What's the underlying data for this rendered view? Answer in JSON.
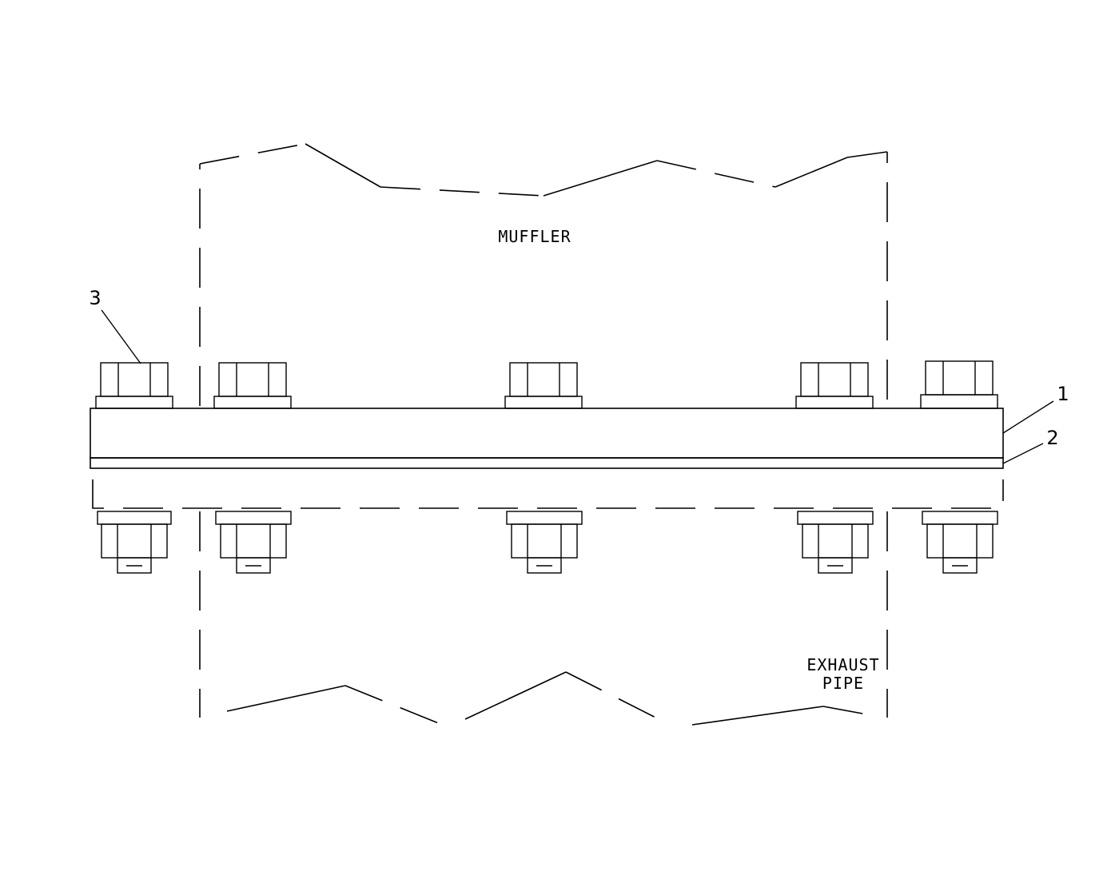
{
  "labels": {
    "muffler": "MUFFLER",
    "exhaust_line1": "EXHAUST",
    "exhaust_line2": "PIPE"
  },
  "callouts": {
    "c1": "1",
    "c2": "2",
    "c3": "3"
  },
  "colors": {
    "line": "#000000",
    "background": "#ffffff"
  }
}
